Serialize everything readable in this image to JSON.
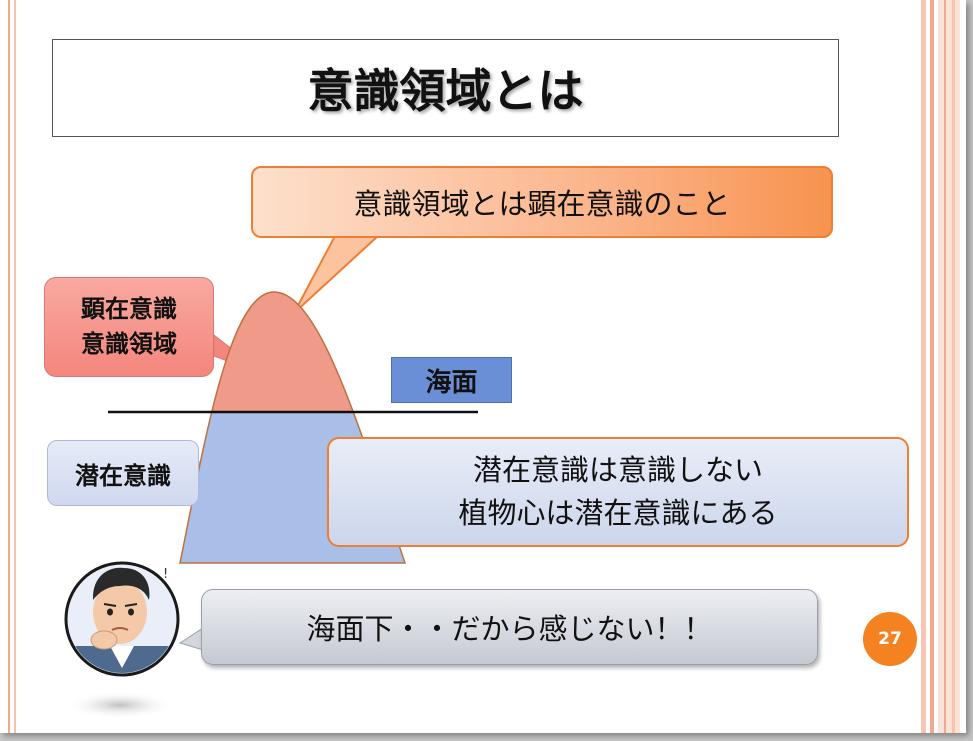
{
  "slide": {
    "title": "意識領域とは",
    "page_number": "27"
  },
  "callouts": {
    "top": "意識領域とは顕在意識のこと",
    "conscious_line1": "顕在意識",
    "conscious_line2": "意識領域",
    "subconscious": "潜在意識",
    "subconscious_desc_line1": "潜在意識は意識しない",
    "subconscious_desc_line2": "植物心は潜在意識にある",
    "character_speech": "海面下・・だから感じない！！"
  },
  "sea_label": "海面",
  "colors": {
    "accent_orange": "#f58220",
    "conscious_red": "#f09a8a",
    "subconscious_blue": "#a9bfe8",
    "sea_blue": "#6a8fd6"
  },
  "icons": {
    "character": "worried-man-avatar"
  }
}
